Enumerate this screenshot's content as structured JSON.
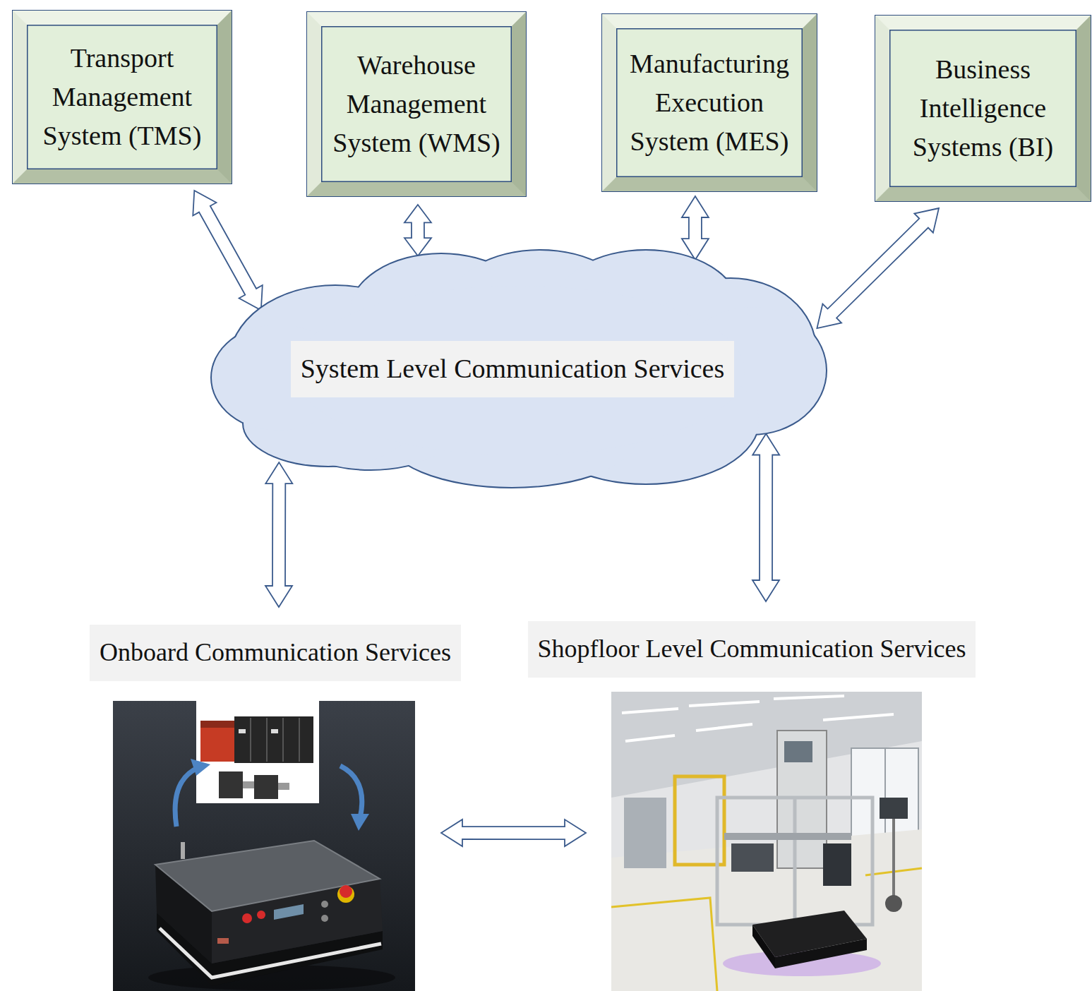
{
  "diagram": {
    "nodes": [
      {
        "text": [
          "Transport Management System (TMS)"
        ]
      },
      {
        "text": [
          "Warehouse Management System (WMS)"
        ]
      },
      {
        "text": [
          "Manufacturing Execution System (MES)"
        ]
      },
      {
        "text": [
          "Business Intelligence Systems (BI)"
        ]
      },
      {
        "text": [
          "System Level Communication Services"
        ]
      },
      {
        "text": [
          "Onboard Communication Services"
        ]
      },
      {
        "text": [
          "Shopfloor Level Communication Services"
        ]
      }
    ],
    "edges": [
      {
        "from": 0,
        "to": 4,
        "arrow": "both"
      },
      {
        "from": 1,
        "to": 4,
        "arrow": "both"
      },
      {
        "from": 2,
        "to": 4,
        "arrow": "both"
      },
      {
        "from": 3,
        "to": 4,
        "arrow": "both"
      },
      {
        "from": 4,
        "to": 5,
        "arrow": "both"
      },
      {
        "from": 4,
        "to": 6,
        "arrow": "both"
      },
      {
        "from": 5,
        "to": 6,
        "arrow": "both"
      }
    ]
  }
}
